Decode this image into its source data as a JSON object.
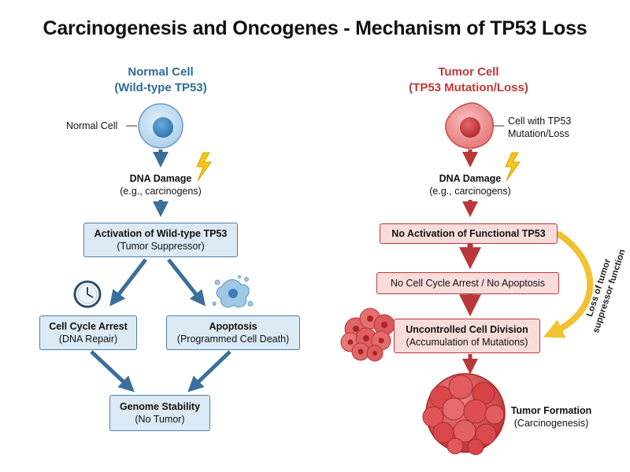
{
  "title": "Carcinogenesis and Oncogenes - Mechanism of TP53 Loss",
  "normal": {
    "heading_1": "Normal Cell",
    "heading_2": "(Wild-type TP53)",
    "cell_label": "Normal Cell",
    "damage_title": "DNA Damage",
    "damage_sub": "(e.g., carcinogens)",
    "activation_title": "Activation of Wild-type TP53",
    "activation_sub": "(Tumor Suppressor)",
    "arrest_title": "Cell Cycle Arrest",
    "arrest_sub": "(DNA Repair)",
    "apoptosis_title": "Apoptosis",
    "apoptosis_sub": "(Programmed Cell Death)",
    "stability_title": "Genome Stability",
    "stability_sub": "(No Tumor)"
  },
  "tumor": {
    "heading_1": "Tumor Cell",
    "heading_2": "(TP53 Mutation/Loss)",
    "cell_label_1": "Cell with TP53",
    "cell_label_2": "Mutation/Loss",
    "damage_title": "DNA Damage",
    "damage_sub": "(e.g., carcinogens)",
    "no_activation": "No Activation of Functional TP53",
    "no_arrest": "No Cell Cycle Arrest / No Apoptosis",
    "uncontrolled_title": "Uncontrolled Cell Division",
    "uncontrolled_sub": "(Accumulation of Mutations)",
    "formation_title": "Tumor Formation",
    "formation_sub": "(Carcinogenesis)",
    "side_label_1": "Loss of tumor",
    "side_label_2": "suppressor function"
  },
  "colors": {
    "blue_accent": "#2c6d97",
    "red_accent": "#c0383a",
    "blue_box_fill": "#dbeaf5",
    "red_box_fill": "#f8dcdc",
    "lightning": "#f5c518",
    "side_arrow": "#f2c230"
  },
  "icons": [
    "lightning-icon",
    "clock-icon",
    "apoptotic-cell-icon",
    "cell-cluster-icon",
    "tumor-mass-icon"
  ]
}
